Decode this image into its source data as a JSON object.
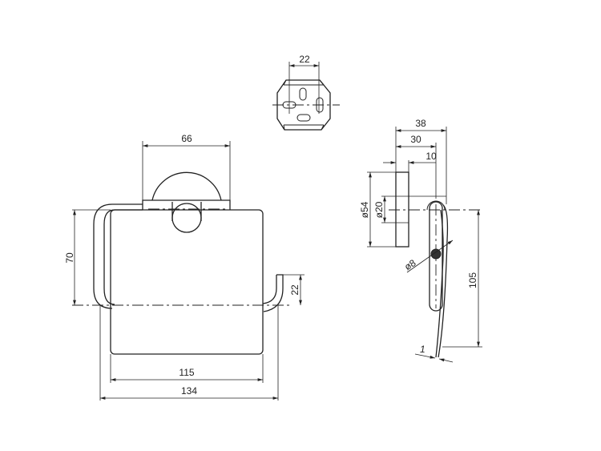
{
  "drawing": {
    "top_view": {
      "dim_width": "22"
    },
    "front_view": {
      "dim_flange_width": "66",
      "dim_height": "70",
      "dim_hook": "22",
      "dim_cover_width": "115",
      "dim_overall_width": "134"
    },
    "side_view": {
      "dim_depth": "38",
      "dim_axis": "30",
      "dim_plate": "10",
      "dim_flange_dia": "ø54",
      "dim_hole_dia": "ø20",
      "dim_knob_dia": "ø8",
      "dim_length": "105",
      "dim_thickness": "1"
    }
  }
}
